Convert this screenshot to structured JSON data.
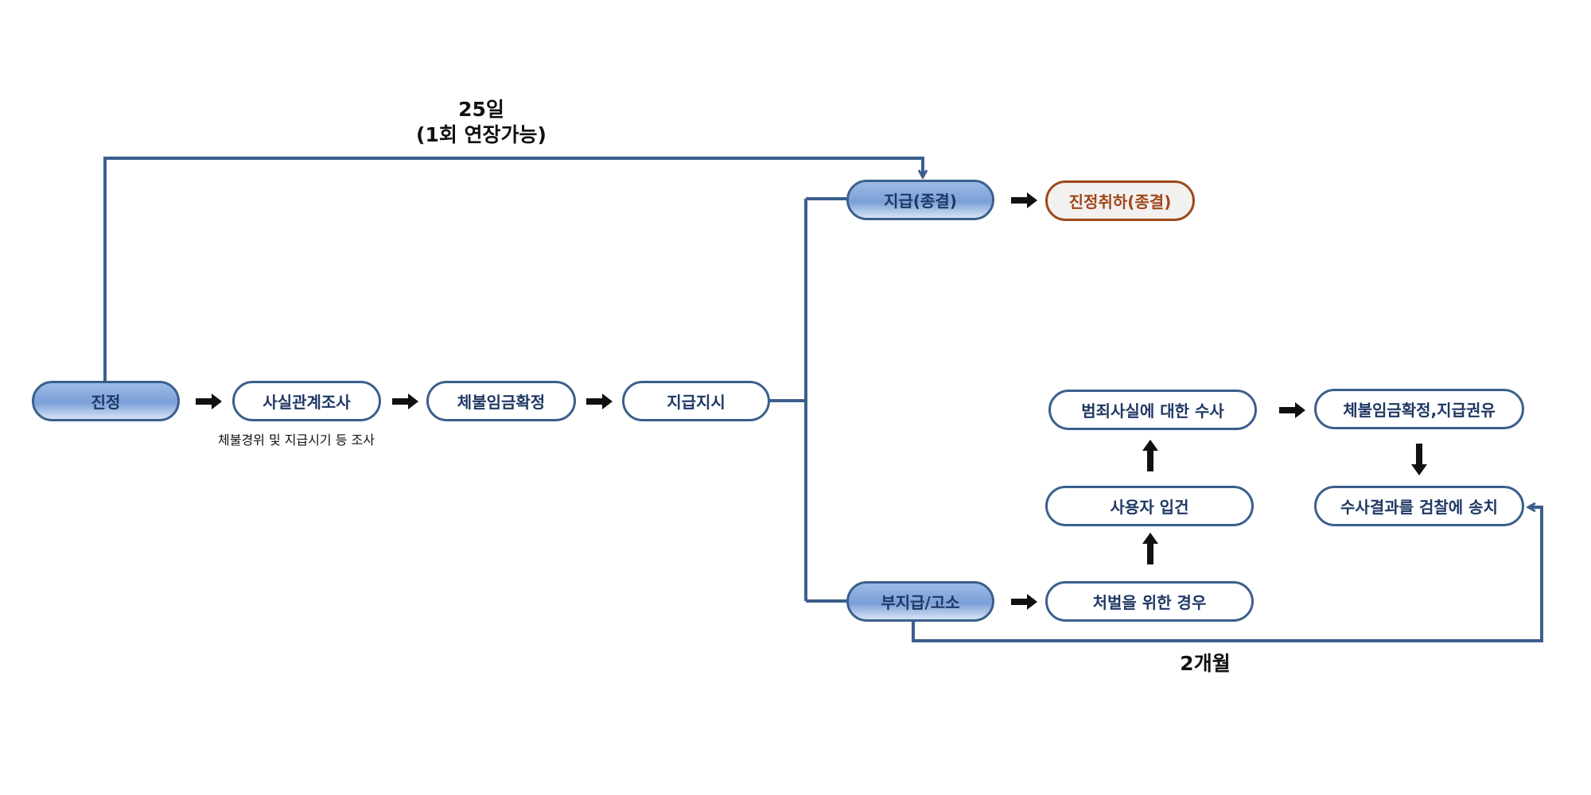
{
  "nodes": {
    "jinjeong": "진정",
    "fact_check": "사실관계조사",
    "unpaid_confirm": "체불임금확정",
    "pay_order": "지급지시",
    "paid_end": "지급(종결)",
    "withdraw_end": "진정취하(종결)",
    "unpaid_complaint": "부지급/고소",
    "for_punishment": "처벌을 위한 경우",
    "employer_case": "사용자 입건",
    "crime_investigation": "범죄사실에 대한 수사",
    "confirm_recommend": "체불임금확정,지급권유",
    "send_to_prosecution": "수사결과를 검찰에 송치"
  },
  "labels": {
    "days_25": "25일",
    "extension": "(1회 연장가능)",
    "fact_check_note": "체불경위 및 지급시기 등 조사",
    "months_2": "2개월"
  },
  "colors": {
    "line": "#3b5f8d",
    "node_text": "#1f3864",
    "withdraw": "#a0461a"
  }
}
